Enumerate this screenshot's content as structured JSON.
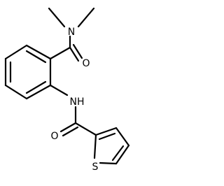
{
  "molecule": {
    "atoms": {
      "n_amide": "N",
      "o_amide": "O",
      "nh": "NH",
      "o_thio_amide": "O",
      "s_ring": "S"
    }
  }
}
